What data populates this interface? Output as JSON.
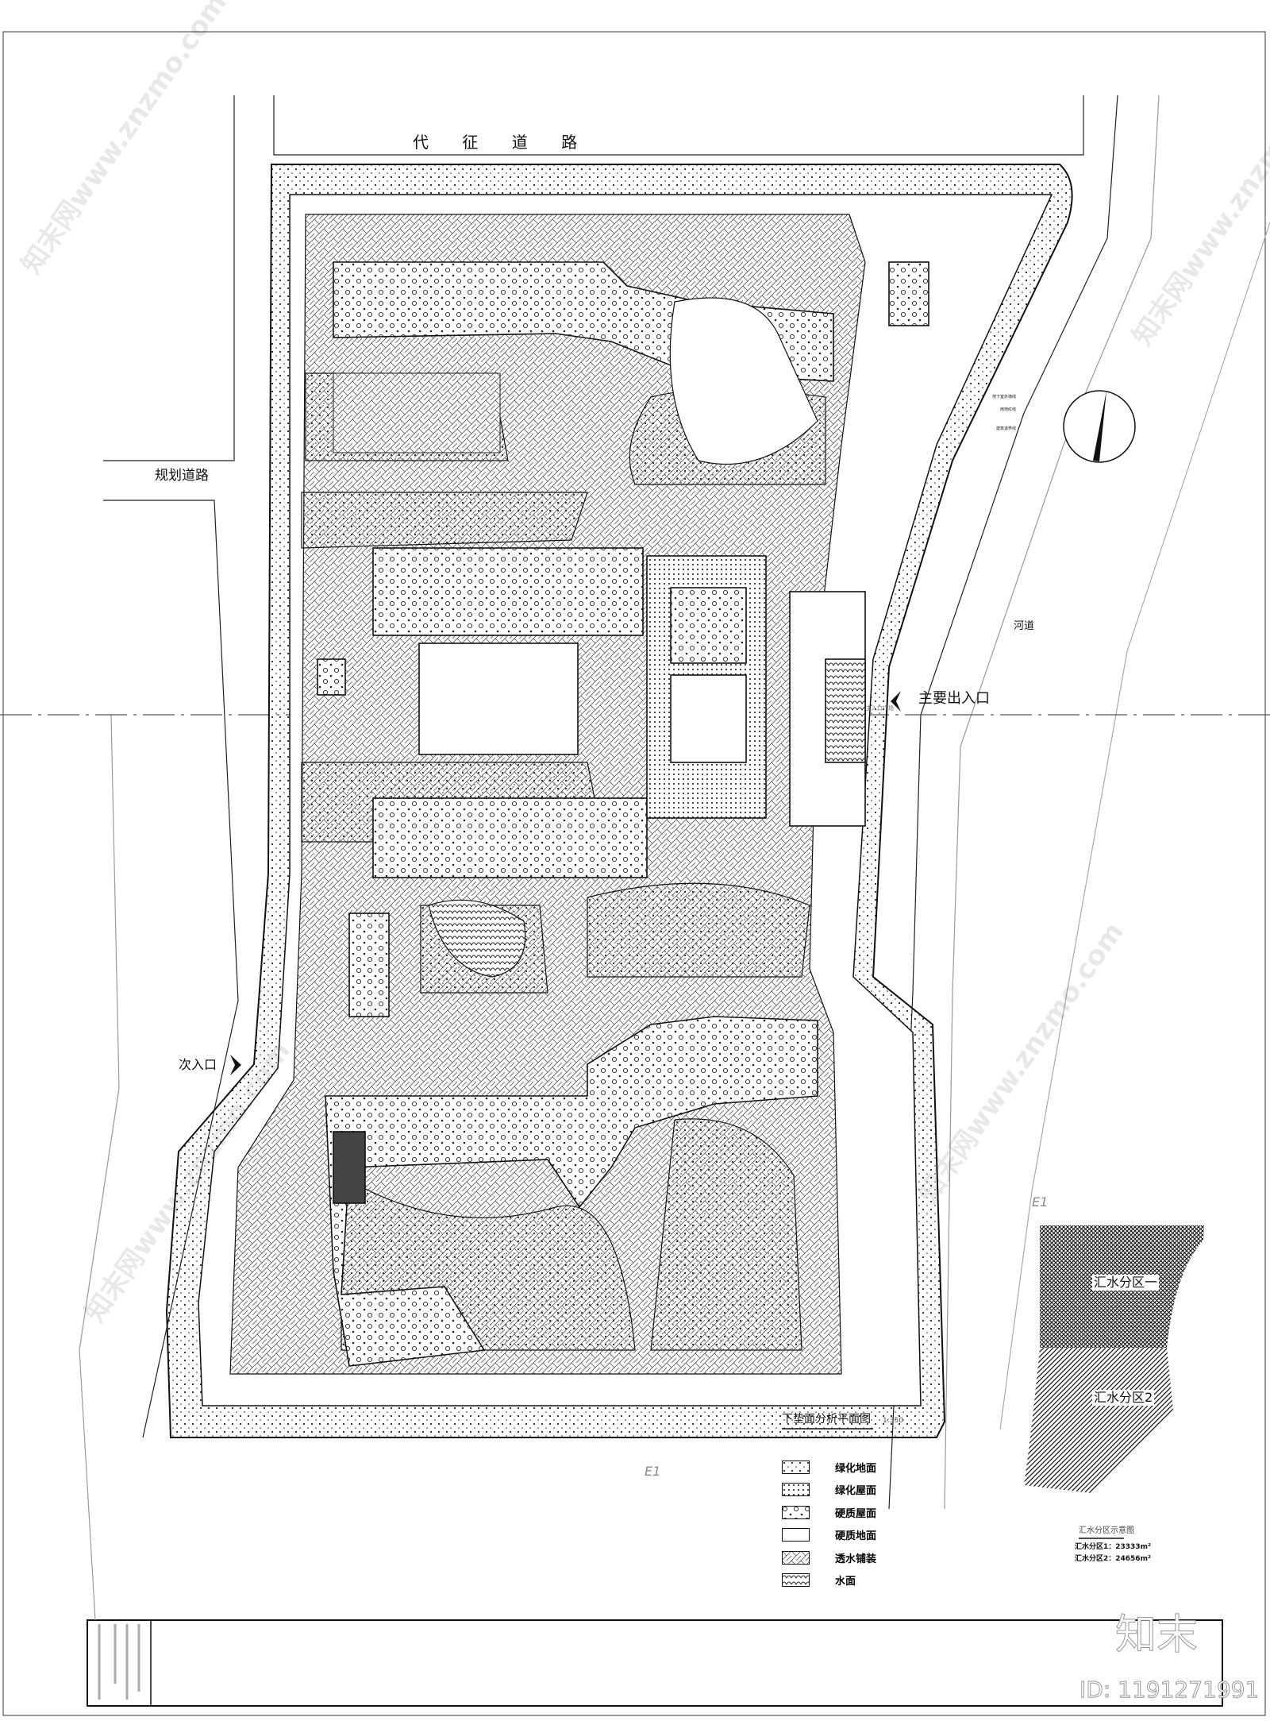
{
  "roads": {
    "north": "代  征  道  路",
    "west": "规划道路"
  },
  "entrances": {
    "main": "主要出入口",
    "secondary": "次入口",
    "main_plaza": "主入口广场"
  },
  "river": "河道",
  "grid_marks": [
    "E1",
    "E1"
  ],
  "pipe_labels": [
    "地下室外墙线",
    "用地红线",
    "建筑退界线"
  ],
  "drawing_title": "下垫面分析平面图",
  "scale": "1:350",
  "legend": [
    {
      "label": "绿化地面",
      "pattern": "green-ground"
    },
    {
      "label": "绿化屋面",
      "pattern": "green-roof"
    },
    {
      "label": "硬质屋面",
      "pattern": "hard-roof"
    },
    {
      "label": "硬质地面",
      "pattern": "hard-ground"
    },
    {
      "label": "透水铺装",
      "pattern": "permeable-paving"
    },
    {
      "label": "水面",
      "pattern": "water"
    }
  ],
  "catchment": {
    "title": "汇水分区示意图",
    "zone1_label": "汇水分区一",
    "zone2_label": "汇水分区2",
    "zone1_area": "汇水分区1：23333m²",
    "zone2_area": "汇水分区2：24656m²"
  },
  "watermark": {
    "logo": "知末",
    "id": "ID: 1191271991",
    "site": "知末网www.znzmo.com"
  },
  "colors": {
    "line": "#111111",
    "background": "#ffffff"
  }
}
